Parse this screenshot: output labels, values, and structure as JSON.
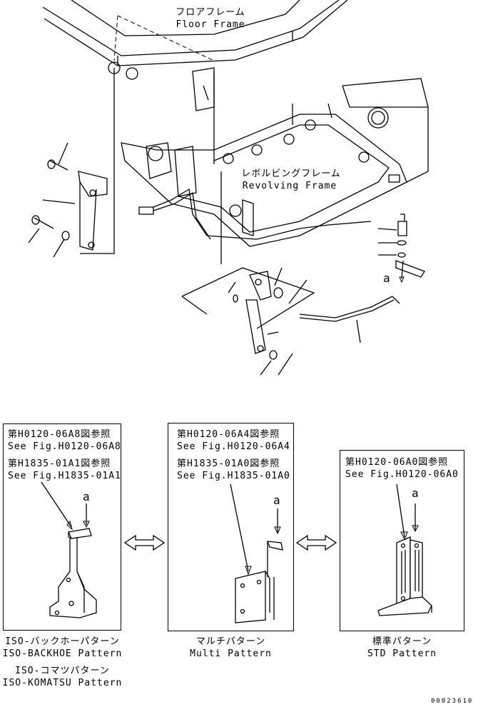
{
  "top_diagram": {
    "floor_frame_jp": "フロアフレーム",
    "floor_frame_en": "Floor Frame",
    "revolving_frame_jp": "レボルビングフレーム",
    "revolving_frame_en": "Revolving Frame",
    "callout_a": "a"
  },
  "panels": [
    {
      "refs": [
        {
          "jp": "第H0120-06A8図参照",
          "en": "See Fig.H0120-06A8"
        },
        {
          "jp": "第H1835-01A1図参照",
          "en": "See Fig.H1835-01A1"
        }
      ],
      "callout_a": "a",
      "captions": [
        {
          "jp": "ISO-バックホーパターン",
          "en": "ISO-BACKHOE Pattern"
        },
        {
          "jp": "ISO-コマツパターン",
          "en": "ISO-KOMATSU Pattern"
        }
      ]
    },
    {
      "refs": [
        {
          "jp": "第H0120-06A4図参照",
          "en": "See Fig.H0120-06A4"
        },
        {
          "jp": "第H1835-01A0図参照",
          "en": "See Fig.H1835-01A0"
        }
      ],
      "callout_a": "a",
      "captions": [
        {
          "jp": "マルチパターン",
          "en": "Multi Pattern"
        }
      ]
    },
    {
      "refs": [
        {
          "jp": "第H0120-06A0図参照",
          "en": "See Fig.H0120-06A0"
        }
      ],
      "callout_a": "a",
      "captions": [
        {
          "jp": "標準パターン",
          "en": "STD Pattern"
        }
      ]
    }
  ],
  "drawing_number": "00023610"
}
